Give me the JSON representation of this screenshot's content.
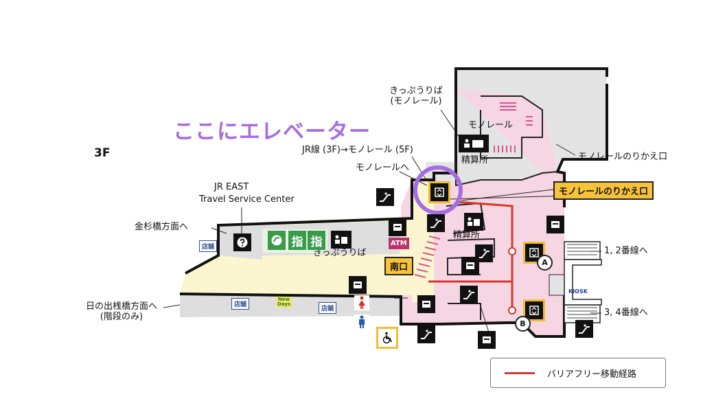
{
  "floor": "3F",
  "callout": "ここにエレベーター",
  "labels": {
    "ticket_monorail_1": "きっぷうりば",
    "ticket_monorail_2": "(モノレール)",
    "monorail_area": "モノレール",
    "jr_to_monorail": "JR線 (3F)→モノレール (5F)",
    "to_monorail": "モノレールへ",
    "fare_adjust_top": "精算所",
    "monorail_transfer": "モノレールのりかえ口",
    "monorail_transfer_box": "モノレールのりかえ口",
    "jr_east_1": "JR EAST",
    "jr_east_2": "Travel Service Center",
    "to_kanasugi": "金杉橋方面へ",
    "ticket_jr": "きっぷうりば",
    "south_exit": "南口",
    "fare_adjust_mid": "精算所",
    "to_tracks_12": "1, 2番線へ",
    "to_tracks_34": "3, 4番線へ",
    "kiosk": "KIOSK",
    "to_hinode_1": "日の出桟橋方面へ",
    "to_hinode_2": "(階段のみ)",
    "shop": "店舗",
    "atm": "ATM",
    "point_a": "A",
    "point_b": "B",
    "reserved": "指",
    "newdays_1": "New",
    "newdays_2": "Days"
  },
  "legend": {
    "barrier_free_route": "バリアフリー移動経路"
  },
  "colors": {
    "callout": "#a66de0",
    "route": "#d03a2a",
    "concourse_yellow": "#fbf6d0",
    "platform_pink": "#f6d6e3",
    "monorail_gray": "#e4e4e4",
    "stairs_magenta": "#e0508a",
    "highlight_box": "#f7c33a",
    "reserved_green": "#3a9a4a"
  },
  "icons": {
    "elevator": "elevator-icon",
    "escalator": "escalator-icon",
    "ticket_machine": "ticket-machine-icon",
    "info": "question-info-icon",
    "toilet": "restroom-icon",
    "accessible": "wheelchair-icon"
  }
}
